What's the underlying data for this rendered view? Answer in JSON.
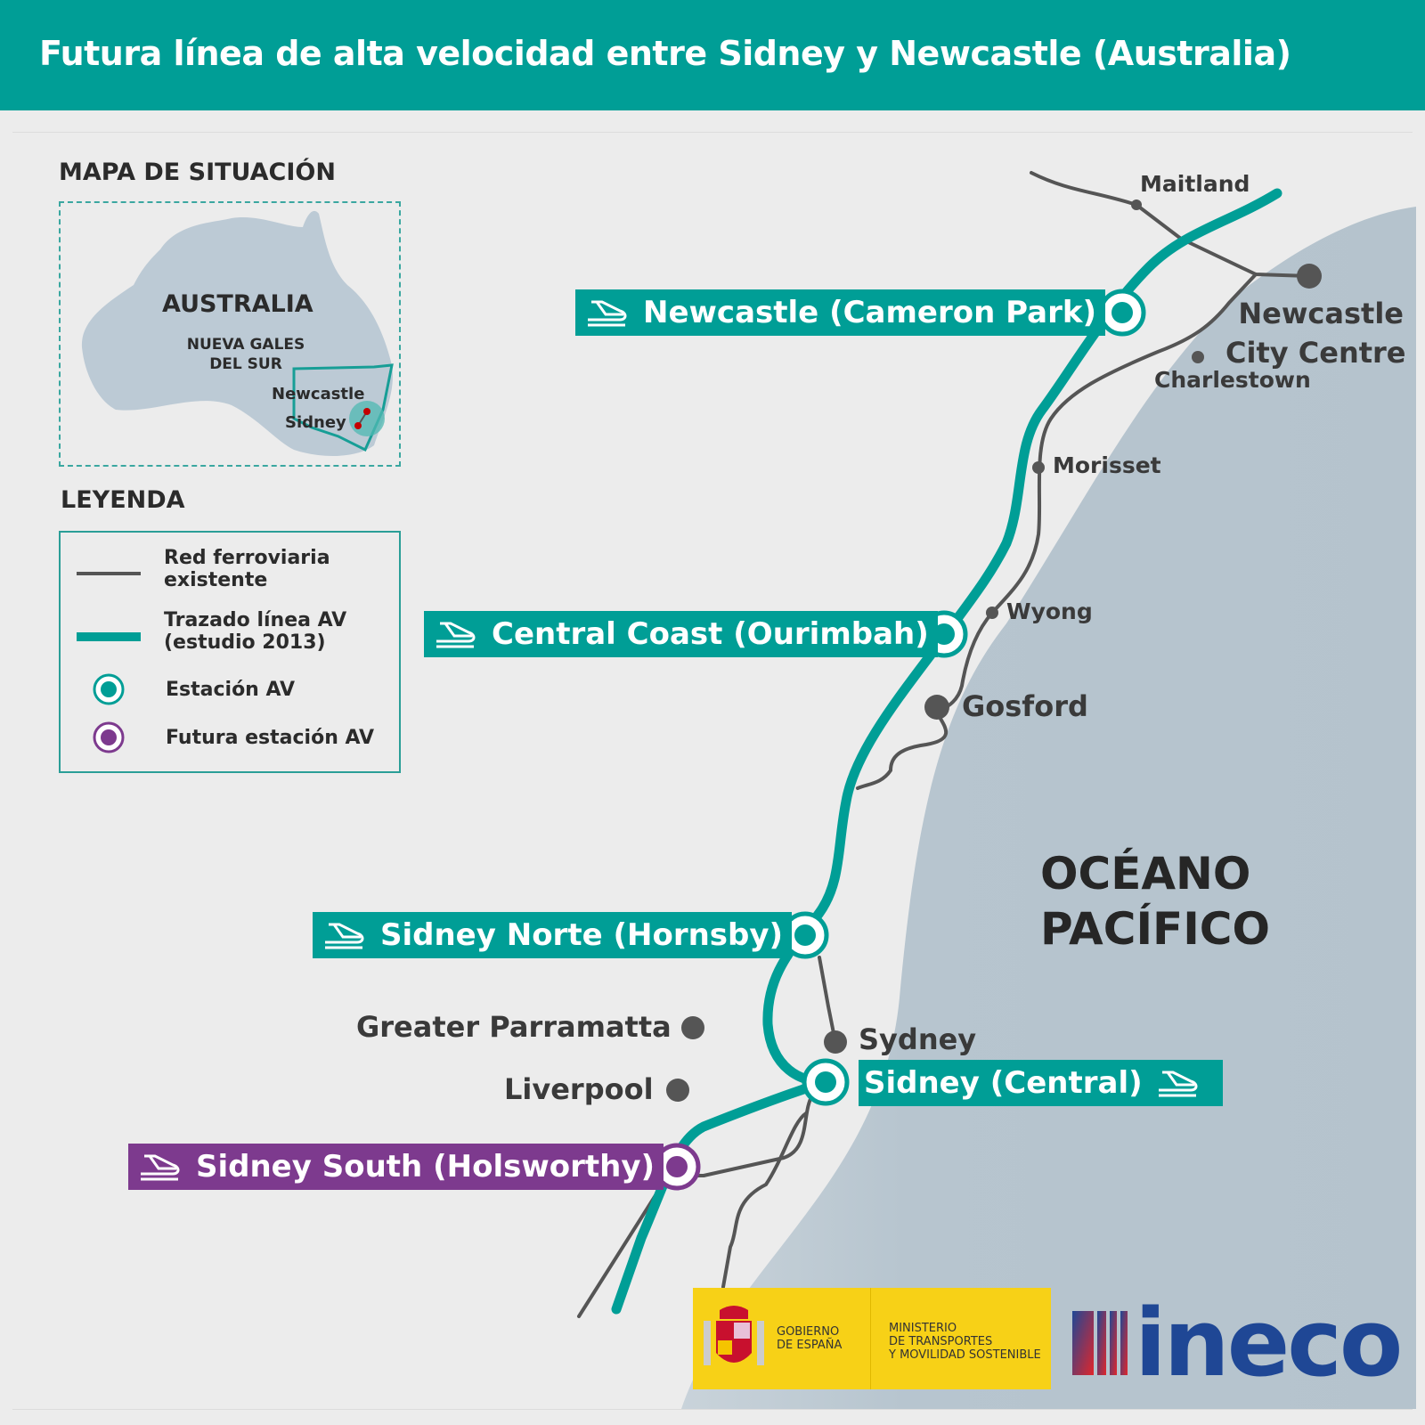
{
  "header": {
    "title": "Futura línea de alta velocidad entre Sidney y Newcastle (Australia)"
  },
  "situation_map": {
    "heading": "MAPA DE SITUACIÓN",
    "country": "AUSTRALIA",
    "state": [
      "NUEVA GALES",
      "DEL SUR"
    ],
    "cities": [
      "Newcastle",
      "Sidney"
    ]
  },
  "legend": {
    "heading": "LEYENDA",
    "items": [
      {
        "label": [
          "Red ferroviaria",
          "existente"
        ],
        "symbol": "gray-line"
      },
      {
        "label": [
          "Trazado línea AV",
          "(estudio 2013)"
        ],
        "symbol": "teal-line"
      },
      {
        "label": [
          "Estación AV"
        ],
        "symbol": "teal-station"
      },
      {
        "label": [
          "Futura estación AV"
        ],
        "symbol": "purple-station"
      }
    ]
  },
  "stations": [
    {
      "name": "Newcastle (Cameron Park)",
      "type": "AV"
    },
    {
      "name": "Central Coast (Ourimbah)",
      "type": "AV"
    },
    {
      "name": "Sidney Norte (Hornsby)",
      "type": "AV"
    },
    {
      "name": "Sidney (Central)",
      "type": "AV"
    },
    {
      "name": "Sidney South (Holsworthy)",
      "type": "future"
    }
  ],
  "places": {
    "maitland": "Maitland",
    "newcastle_cc": [
      "Newcastle",
      "City Centre"
    ],
    "charlestown": "Charlestown",
    "morisset": "Morisset",
    "wyong": "Wyong",
    "gosford": "Gosford",
    "sydney": "Sydney",
    "parramatta": "Greater Parramatta",
    "liverpool": "Liverpool"
  },
  "ocean": [
    "OCÉANO",
    "PACÍFICO"
  ],
  "logos": {
    "gov": [
      "GOBIERNO",
      "DE ESPAÑA"
    ],
    "ministry": [
      "MINISTERIO",
      "DE TRANSPORTES",
      "Y MOVILIDAD SOSTENIBLE"
    ],
    "ineco": "ineco"
  },
  "colors": {
    "teal": "#009e96",
    "purple": "#7d3a8e",
    "rail": "#555555",
    "ocean": "#b9c7d1"
  }
}
